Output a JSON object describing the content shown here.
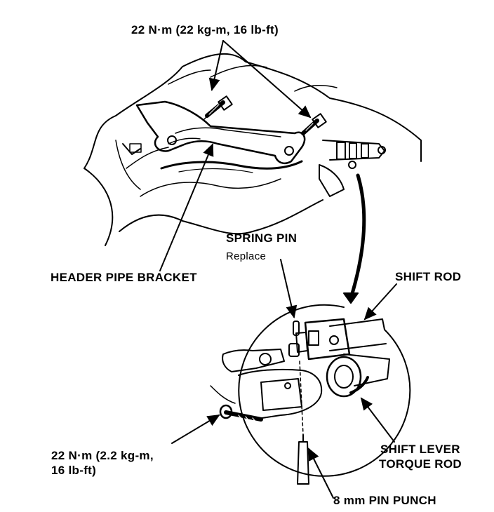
{
  "labels": {
    "torque_top": "22 N·m (22 kg-m, 16 lb-ft)",
    "spring_pin": "SPRING PIN",
    "replace": "Replace",
    "header_pipe_bracket": "HEADER PIPE BRACKET",
    "shift_rod": "SHIFT ROD",
    "torque_bottom_line1": "22 N·m (2.2 kg-m,",
    "torque_bottom_line2": "16 lb-ft)",
    "shift_lever_line1": "SHIFT LEVER",
    "shift_lever_line2": "TORQUE ROD",
    "pin_punch": "8 mm PIN PUNCH"
  },
  "colors": {
    "ink": "#000000",
    "paper": "#ffffff"
  }
}
